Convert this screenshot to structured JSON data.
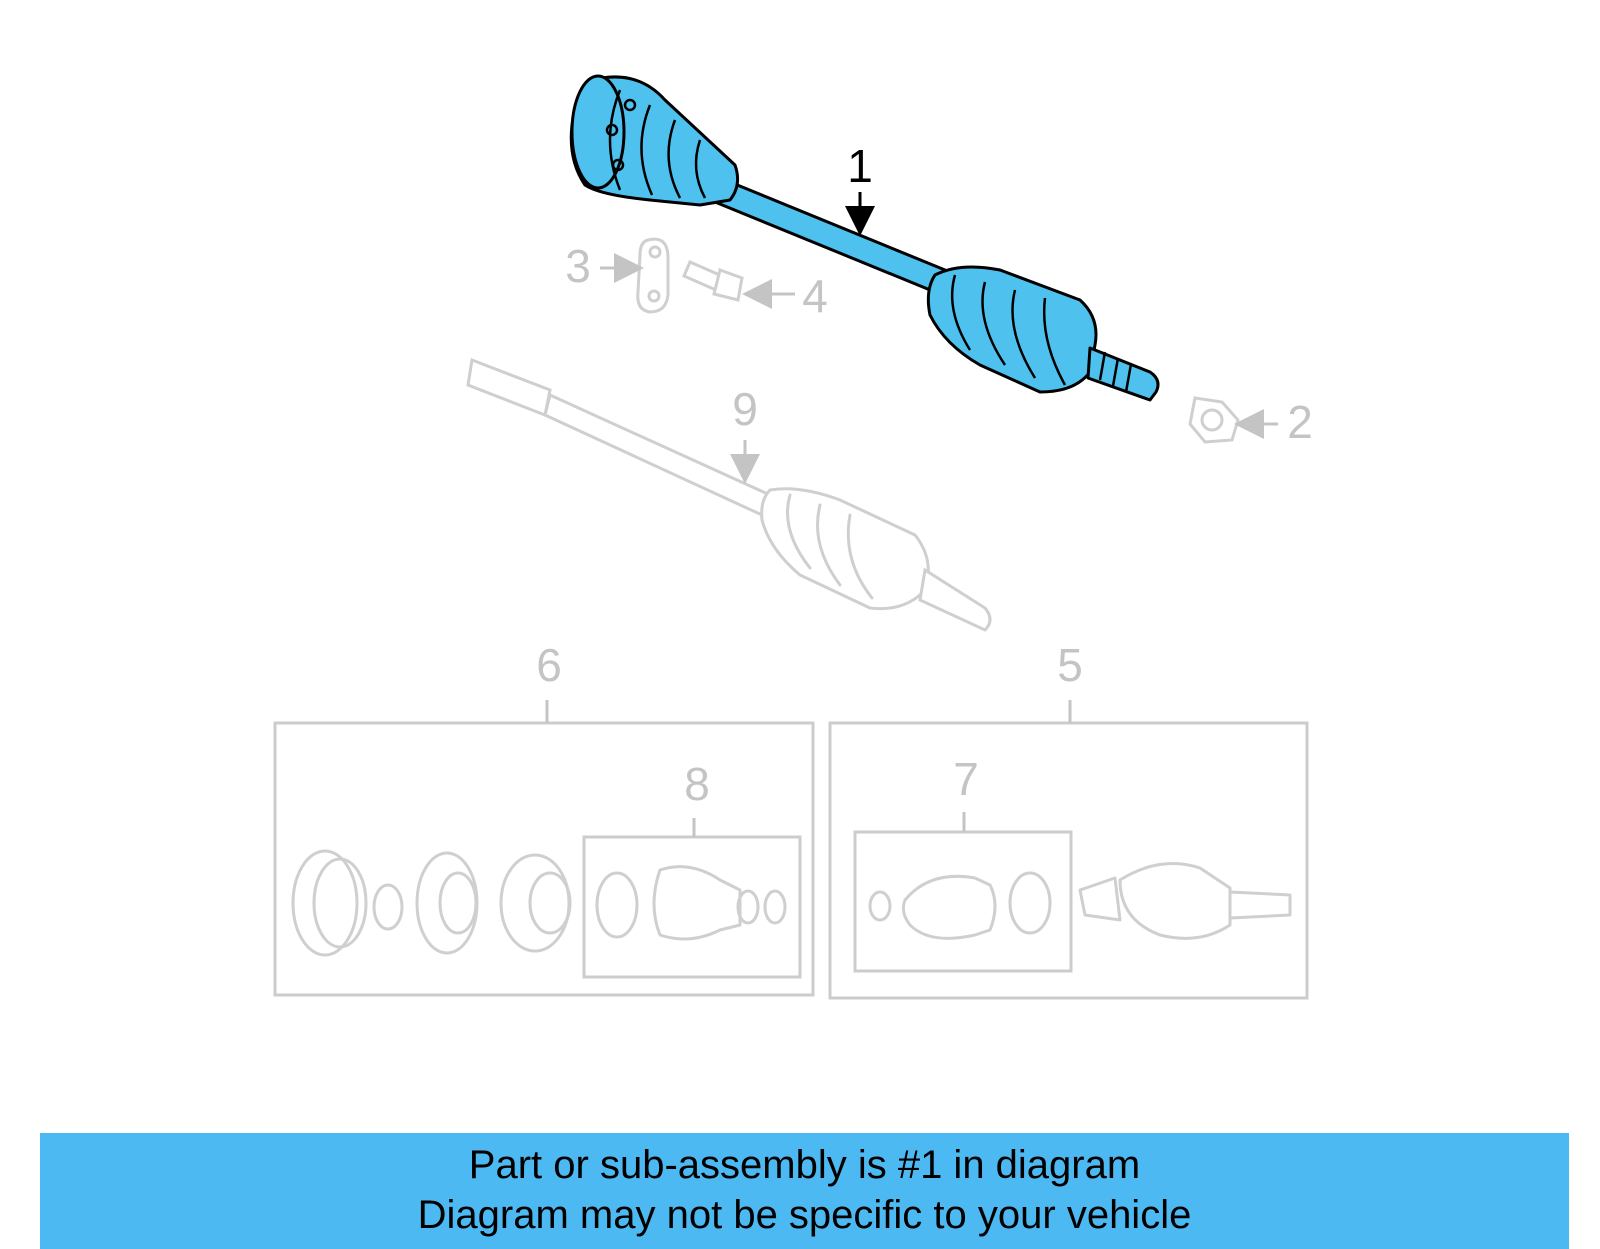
{
  "callouts": {
    "c1": "1",
    "c2": "2",
    "c3": "3",
    "c4": "4",
    "c5": "5",
    "c6": "6",
    "c7": "7",
    "c8": "8",
    "c9": "9"
  },
  "banner": {
    "line1": "Part or sub-assembly is #1 in diagram",
    "line2": "Diagram may not be specific to your vehicle"
  },
  "colors": {
    "highlight": "#4fc1ef",
    "banner": "#4db9f2",
    "ghost": "#cfcfcf"
  }
}
